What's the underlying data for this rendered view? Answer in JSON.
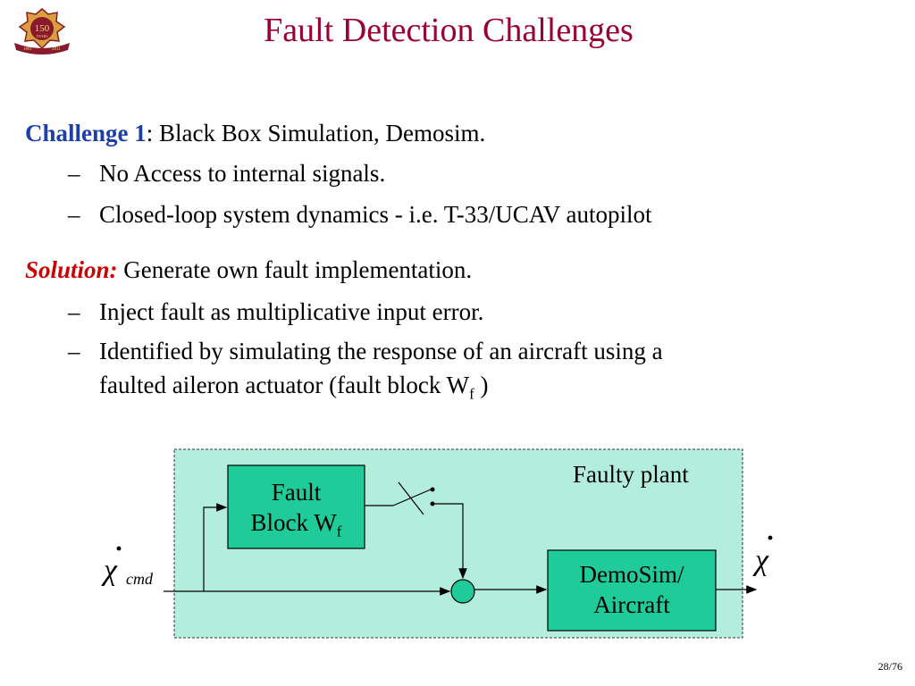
{
  "slide": {
    "title": "Fault Detection Challenges",
    "logo": {
      "text": "150",
      "subtext": "YEARS",
      "left_year": "1861",
      "right_year": "2011"
    },
    "challenge": {
      "label": "Challenge 1",
      "text": ": Black Box Simulation, Demosim.",
      "bullets": [
        "No Access to internal signals.",
        "Closed-loop system dynamics - i.e. T-33/UCAV autopilot"
      ]
    },
    "solution": {
      "label": "Solution:",
      "text": " Generate own fault implementation.",
      "bullets": [
        "Inject fault as multiplicative input error.",
        "Identified by simulating the response of an aircraft using a",
        "faulted aileron actuator (fault block W"
      ],
      "bullet3_sub": "f",
      "bullet3_end": " )"
    },
    "dash": "–",
    "page": "28/76"
  },
  "diagram": {
    "plant_label": "Faulty plant",
    "fault_block": {
      "line1": "Fault",
      "line2": "Block W",
      "sub": "f"
    },
    "aircraft_block": {
      "line1": "DemoSim/",
      "line2": "Aircraft"
    },
    "input_symbol": "χ",
    "input_sub": "cmd",
    "output_symbol": "χ",
    "dot": "·",
    "colors": {
      "plant_fill": "#b3eedd",
      "block_fill": "#1fcc99",
      "title": "#990033",
      "challenge": "#1f3fa8",
      "solution": "#cc0000"
    }
  }
}
